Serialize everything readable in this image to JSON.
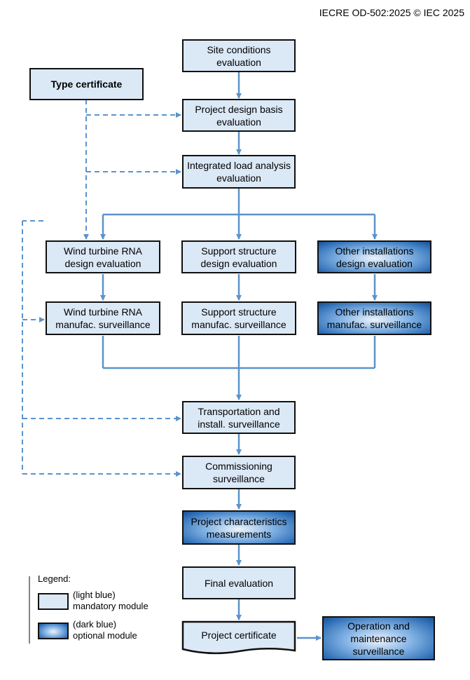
{
  "header": "IECRE OD-502:2025 © IEC 2025",
  "boxes": {
    "site": "Site conditions evaluation",
    "type": "Type certificate",
    "pdb": "Project design basis evaluation",
    "load": "Integrated load analysis evaluation",
    "rna_design": "Wind turbine RNA design evaluation",
    "ss_design": "Support structure design evaluation",
    "other_design": "Other installations design evaluation",
    "rna_manuf": "Wind turbine RNA manufac. surveillance",
    "ss_manuf": "Support structure manufac. surveillance",
    "other_manuf": "Other installations manufac. surveillance",
    "transport": "Transportation and install. surveillance",
    "commission": "Commissioning surveillance",
    "measure": "Project characteristics measurements",
    "final": "Final evaluation",
    "certificate": "Project certificate",
    "om": "Operation and maintenance surveillance"
  },
  "legend": {
    "title": "Legend:",
    "light_l1": "(light blue)",
    "light_l2": "mandatory module",
    "dark_l1": "(dark blue)",
    "dark_l2": "optional module"
  },
  "colors": {
    "light": "#dbe8f6",
    "dark": "#2d6db5",
    "line": "#5b93cc"
  }
}
